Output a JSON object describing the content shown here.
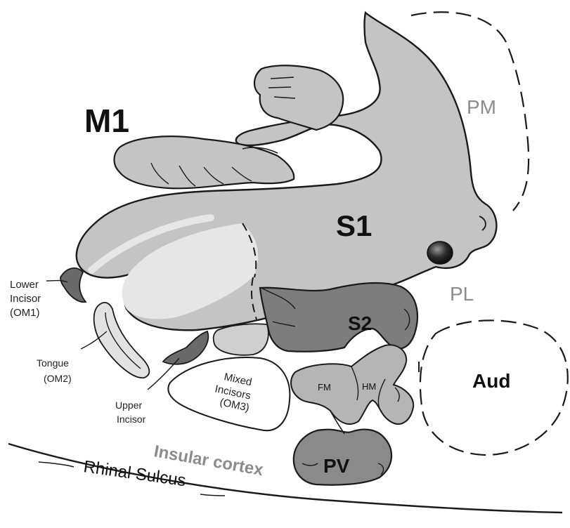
{
  "colors": {
    "background": "#ffffff",
    "outline": "#1a1a1a",
    "s1_fill": "#c4c4c4",
    "s1_highlight": "#dcdcdc",
    "s2_fill": "#7d7d7d",
    "s2_light": "#a8a8a8",
    "pv_fill": "#8a8a8a",
    "fm_fill": "#bdbdbd",
    "dark_patch": "#5e5e5e",
    "grey_label": "#8c8c8c"
  },
  "labels": {
    "m1": "M1",
    "s1": "S1",
    "pm": "PM",
    "pl": "PL",
    "s2": "S2",
    "aud": "Aud",
    "fm": "FM",
    "hm": "HM",
    "pv": "PV",
    "insular": "Insular cortex",
    "rhinal": "Rhinal Sulcus",
    "lower_incisor": [
      "Lower",
      "Incisor",
      "(OM1)"
    ],
    "tongue": [
      "Tongue",
      "(OM2)"
    ],
    "upper_incisor": [
      "Upper",
      "Incisor"
    ],
    "mixed_incisors": [
      "Mixed",
      "Incisors",
      "(OM3)"
    ]
  }
}
